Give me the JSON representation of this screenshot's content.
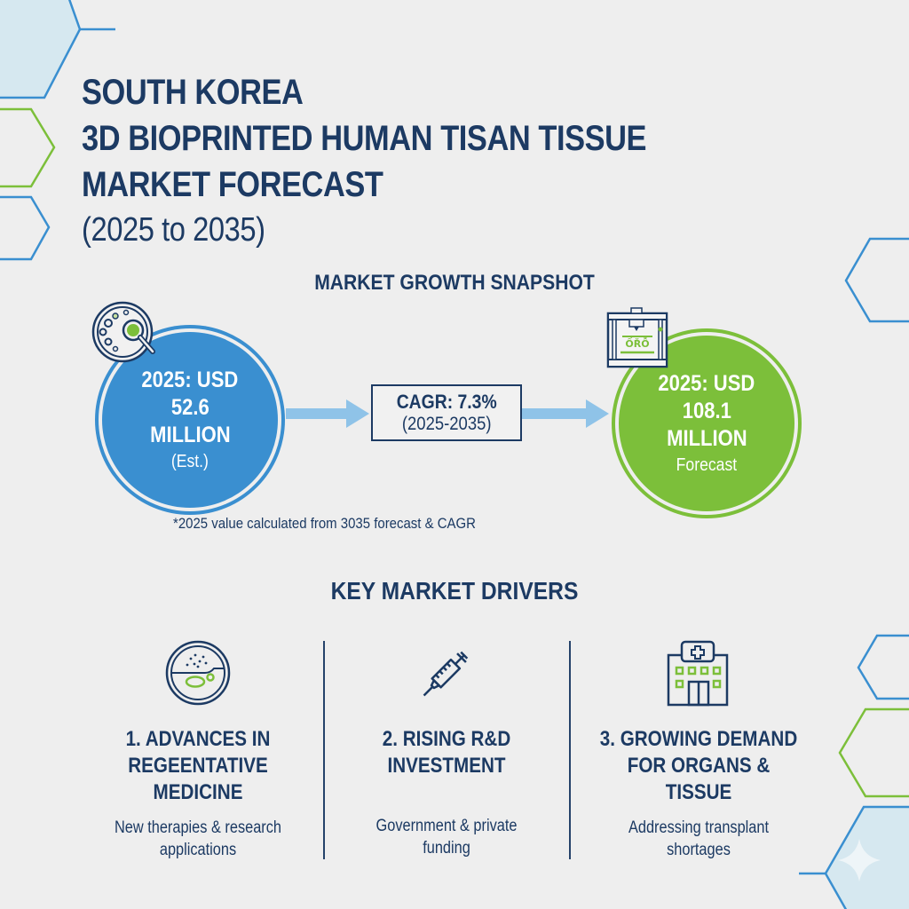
{
  "title": {
    "line1": "SOUTH KOREA",
    "line2": "3D BIOPRINTED HUMAN TISAN TISSUE",
    "line3": "MARKET FORECAST",
    "period": "(2025 to 2035)"
  },
  "snapshot": {
    "heading": "MARKET GROWTH SNAPSHOT",
    "start": {
      "line1": "2025: USD",
      "value": "52.6",
      "unit": "MILLION",
      "note": "(Est.)",
      "icon": "petri-dish-magnifier-icon",
      "color": "#3a8fd0"
    },
    "cagr": {
      "label": "CAGR: 7.3%",
      "period": "(2025-2035)"
    },
    "end": {
      "line1": "2025: USD",
      "value": "108.1",
      "unit": "MILLION",
      "note": "Forecast",
      "icon": "bioprinter-icon",
      "color": "#7cbf3a"
    },
    "footnote": "*2025 value calculated from 3035 forecast & CAGR"
  },
  "drivers": {
    "heading": "KEY MARKET DRIVERS",
    "items": [
      {
        "title": "1. ADVANCES IN\nREGEENTATIVE\nMEDICINE",
        "desc": "New therapies & research\napplications",
        "icon": "cell-dish-icon"
      },
      {
        "title": "2. RISING R&D\nINVESTMENT",
        "desc": "Government & private\nfunding",
        "icon": "syringe-icon"
      },
      {
        "title": "3. GROWING DEMAND\nFOR ORGANS &\nTISSUE",
        "desc": "Addressing transplant shortages",
        "icon": "hospital-icon"
      }
    ]
  },
  "colors": {
    "navy": "#1c3a63",
    "blue": "#3a8fd0",
    "green": "#7cbf3a",
    "arrow": "#8fc3e8",
    "background": "#eeeeee"
  }
}
